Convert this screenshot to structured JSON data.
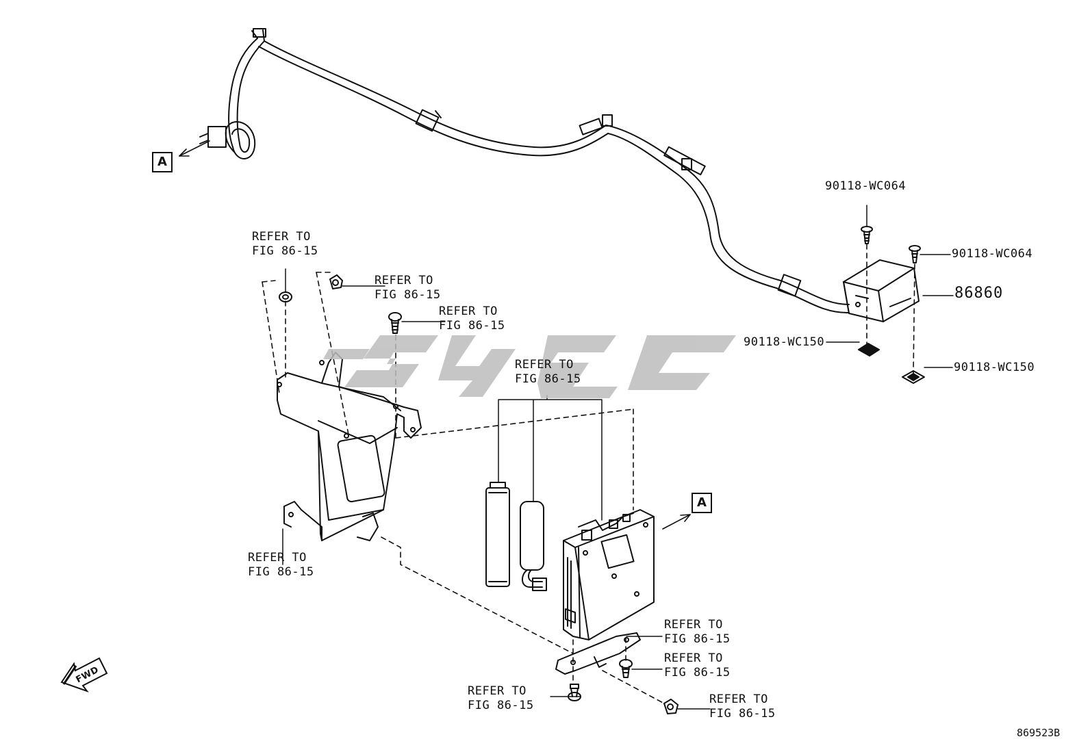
{
  "labels": {
    "refer_text": [
      "REFER TO",
      "FIG 86-15"
    ],
    "part_90118_wc064_top": "90118-WC064",
    "part_90118_wc064_right": "90118-WC064",
    "part_86860": "86860",
    "part_90118_wc150_left": "90118-WC150",
    "part_90118_wc150_right": "90118-WC150",
    "view_a_top": "A",
    "view_a_ecu": "A",
    "fwd": "FWD",
    "illustration_number": "869523B"
  },
  "colors": {
    "line": "#111111",
    "watermark": "#bdbdbd",
    "background": "#ffffff"
  }
}
